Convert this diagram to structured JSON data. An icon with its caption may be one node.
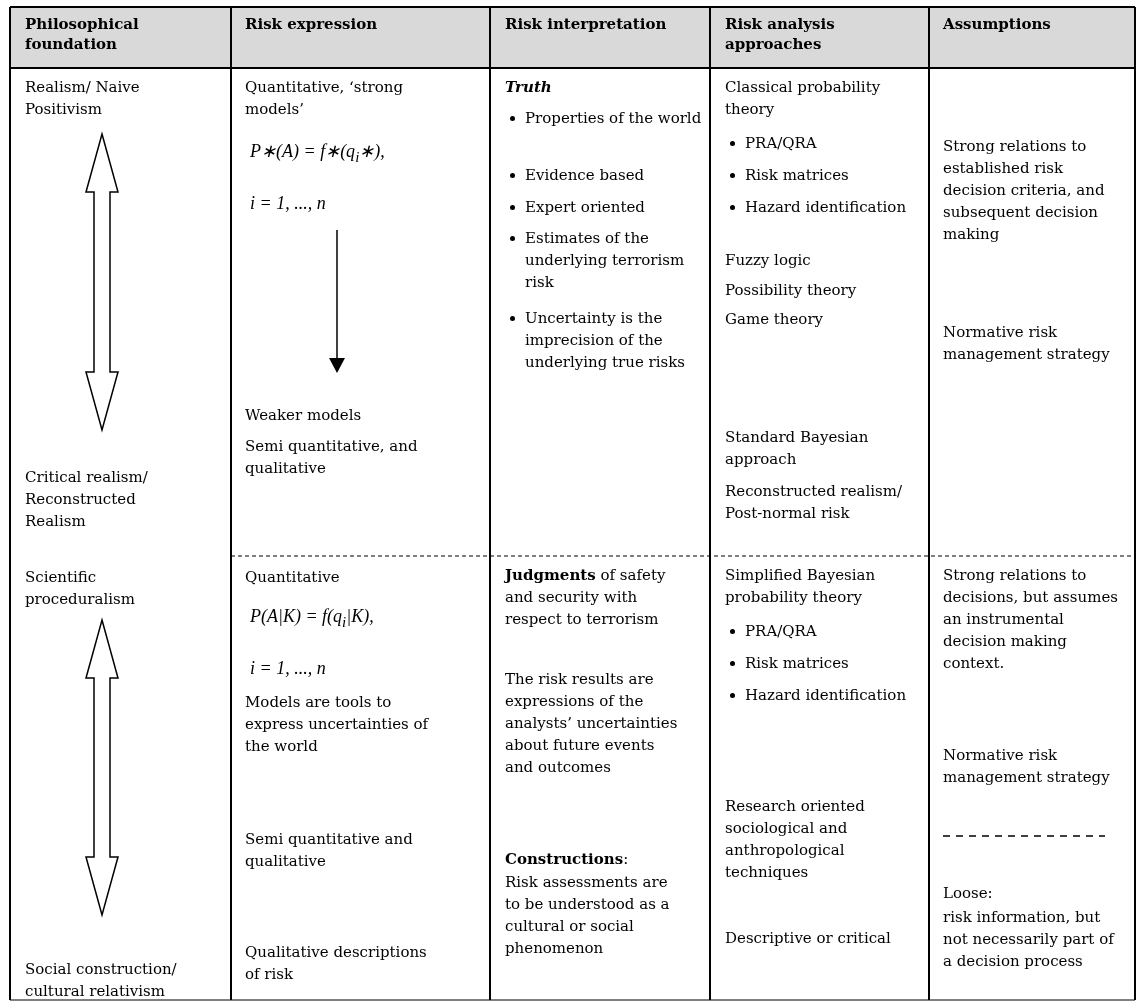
{
  "diagram": {
    "labels": [
      "Philosophical foundation",
      "Risk expression",
      "Risk interpretation",
      "Risk analysis approaches",
      "Assumptions",
      "Realism/ Naive Positivism",
      "Critical realism/ Reconstructed Realism",
      "Quantitative, ‘strong models’",
      "P∗(A) = f∗(q$_{i}$∗),",
      "i = 1, ..., n",
      "Weaker models",
      "Semi quantitative, and qualitative",
      "Truth",
      "Properties of the world",
      "Evidence based",
      "Expert oriented",
      "Estimates of the underlying terrorism risk",
      "Uncertainty is the imprecision of the underlying true risks",
      "Classical probability theory",
      "PRA/QRA",
      "Risk matrices",
      "Hazard identification",
      "Fuzzy logic",
      "Possibility theory",
      "Game theory",
      "Standard Bayesian approach",
      "Reconstructed realism/ Post-normal risk",
      "Strong relations to established risk decision criteria, and subsequent decision making",
      "Normative risk management strategy",
      "Scientific proceduralism",
      "Social construction/ cultural relativism",
      "Quantitative",
      "P(A|K) = f(q$_{i}$|K),",
      "i = 1, ..., n",
      "Models are tools to express uncertainties of the world",
      "Semi quantitative and qualitative",
      "Qualitative descriptions of risk",
      "**Judgments** of safety and security with respect to terrorism",
      "The risk results are expressions of the analysts’ uncertainties about future events and outcomes",
      "**Constructions**:",
      "Risk assessments are to be understood as a cultural or social phenomenon",
      "Simplified Bayesian probability theory",
      "PRA/QRA",
      "Risk matrices",
      "Hazard identification",
      "Research oriented sociological and anthropological techniques",
      "Descriptive or critical",
      "Strong relations to decisions, but assumes an instrumental decision making context.",
      "Normative risk management strategy",
      "Loose:",
      "risk information, but not necessarily part of a decision process"
    ]
  }
}
